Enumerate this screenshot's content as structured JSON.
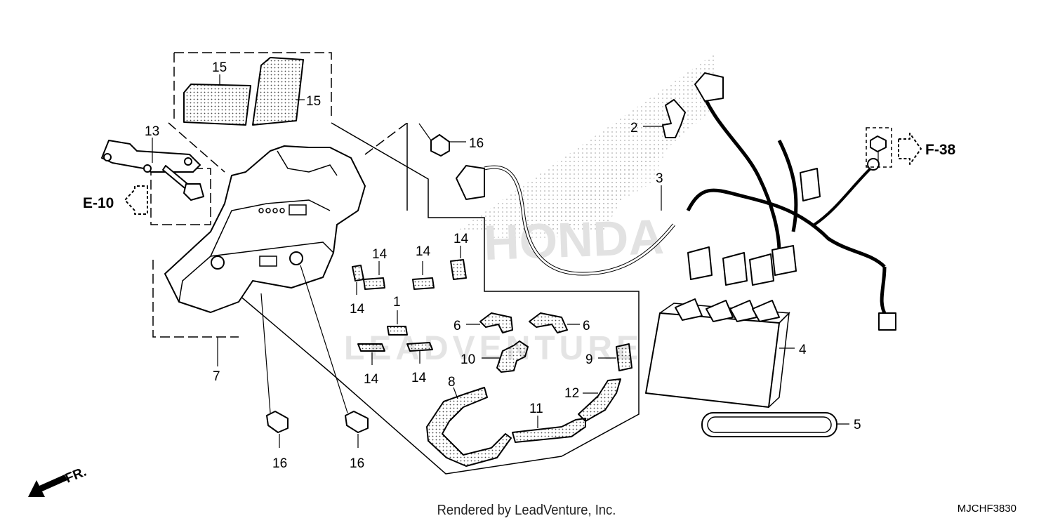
{
  "diagram": {
    "watermark_brand": "HONDA",
    "watermark_text": "LEADVENTURE",
    "callouts": {
      "c1": "1",
      "c2": "2",
      "c3": "3",
      "c4": "4",
      "c5": "5",
      "c6a": "6",
      "c6b": "6",
      "c7": "7",
      "c8": "8",
      "c9": "9",
      "c10": "10",
      "c11": "11",
      "c12": "12",
      "c13": "13",
      "c14a": "14",
      "c14b": "14",
      "c14c": "14",
      "c14d": "14",
      "c14e": "14",
      "c14f": "14",
      "c15a": "15",
      "c15b": "15",
      "c16a": "16",
      "c16b": "16",
      "c16c": "16"
    },
    "refs": {
      "e10": "E-10",
      "f38": "F-38",
      "front": "FR."
    }
  },
  "footer": {
    "rendered_by": "Rendered by LeadVenture, Inc.",
    "diagram_code": "MJCHF3830"
  },
  "colors": {
    "ink": "#000000",
    "watermark": "#d9d9d9",
    "background": "#ffffff"
  }
}
